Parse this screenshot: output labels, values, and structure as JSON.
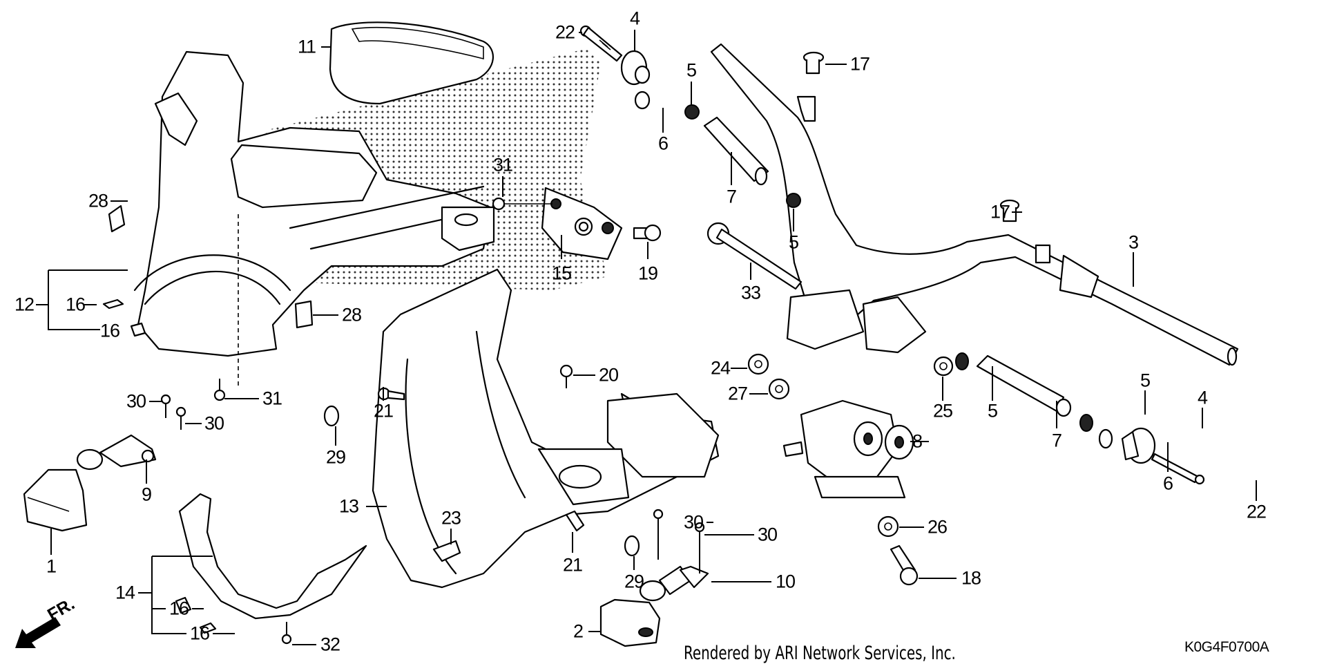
{
  "diagram": {
    "title_code": "K0G4F0700A",
    "credit": "Rendered by ARI Network Services, Inc.",
    "direction_indicator": "FR.",
    "callouts": [
      {
        "id": "c11",
        "label": "11",
        "part": "meter-visor"
      },
      {
        "id": "c22a",
        "label": "22",
        "part": "bolt"
      },
      {
        "id": "c4a",
        "label": "4",
        "part": "handlebar-weight"
      },
      {
        "id": "c5a",
        "label": "5",
        "part": "nut"
      },
      {
        "id": "c17a",
        "label": "17",
        "part": "collar"
      },
      {
        "id": "c6a",
        "label": "6",
        "part": "clip"
      },
      {
        "id": "c7a",
        "label": "7",
        "part": "inner-weight"
      },
      {
        "id": "c31a",
        "label": "31",
        "part": "screw"
      },
      {
        "id": "c28a",
        "label": "28",
        "part": "clip-nut"
      },
      {
        "id": "c17b",
        "label": "17",
        "part": "collar"
      },
      {
        "id": "c5b",
        "label": "5",
        "part": "nut"
      },
      {
        "id": "c3",
        "label": "3",
        "part": "steering-handlebar"
      },
      {
        "id": "c15",
        "label": "15",
        "part": "bracket"
      },
      {
        "id": "c19",
        "label": "19",
        "part": "bolt"
      },
      {
        "id": "c33",
        "label": "33",
        "part": "bolt"
      },
      {
        "id": "c12",
        "label": "12",
        "part": "front-handle-cover"
      },
      {
        "id": "c16a",
        "label": "16",
        "part": "cushion"
      },
      {
        "id": "c28b",
        "label": "28",
        "part": "clip-nut"
      },
      {
        "id": "c16b",
        "label": "16",
        "part": "cushion"
      },
      {
        "id": "c24",
        "label": "24",
        "part": "washer"
      },
      {
        "id": "c20",
        "label": "20",
        "part": "trim-clip"
      },
      {
        "id": "c27",
        "label": "27",
        "part": "washer"
      },
      {
        "id": "c31b",
        "label": "31",
        "part": "screw"
      },
      {
        "id": "c30a",
        "label": "30",
        "part": "screw"
      },
      {
        "id": "c21a",
        "label": "21",
        "part": "bolt"
      },
      {
        "id": "c25",
        "label": "25",
        "part": "nut"
      },
      {
        "id": "c5c",
        "label": "5",
        "part": "nut"
      },
      {
        "id": "c5d",
        "label": "5",
        "part": "nut"
      },
      {
        "id": "c4b",
        "label": "4",
        "part": "handlebar-weight"
      },
      {
        "id": "c30b",
        "label": "30",
        "part": "screw"
      },
      {
        "id": "c8",
        "label": "8",
        "part": "handle-holder"
      },
      {
        "id": "c29a",
        "label": "29",
        "part": "screw"
      },
      {
        "id": "c7b",
        "label": "7",
        "part": "inner-weight"
      },
      {
        "id": "c6b",
        "label": "6",
        "part": "clip"
      },
      {
        "id": "c9",
        "label": "9",
        "part": "stay"
      },
      {
        "id": "c13",
        "label": "13",
        "part": "rear-handle-cover"
      },
      {
        "id": "c22b",
        "label": "22",
        "part": "bolt"
      },
      {
        "id": "c23",
        "label": "23",
        "part": "clip"
      },
      {
        "id": "c26",
        "label": "26",
        "part": "washer"
      },
      {
        "id": "c30c",
        "label": "30",
        "part": "screw"
      },
      {
        "id": "c30d",
        "label": "30",
        "part": "screw"
      },
      {
        "id": "c1",
        "label": "1",
        "part": "left-switch-cover"
      },
      {
        "id": "c21b",
        "label": "21",
        "part": "bolt"
      },
      {
        "id": "c29b",
        "label": "29",
        "part": "screw"
      },
      {
        "id": "c10",
        "label": "10",
        "part": "stay"
      },
      {
        "id": "c18",
        "label": "18",
        "part": "bolt"
      },
      {
        "id": "c14",
        "label": "14",
        "part": "lower-cover"
      },
      {
        "id": "c16c",
        "label": "16",
        "part": "cushion"
      },
      {
        "id": "c16d",
        "label": "16",
        "part": "cushion"
      },
      {
        "id": "c32",
        "label": "32",
        "part": "screw"
      },
      {
        "id": "c2",
        "label": "2",
        "part": "right-switch-cover"
      }
    ]
  }
}
